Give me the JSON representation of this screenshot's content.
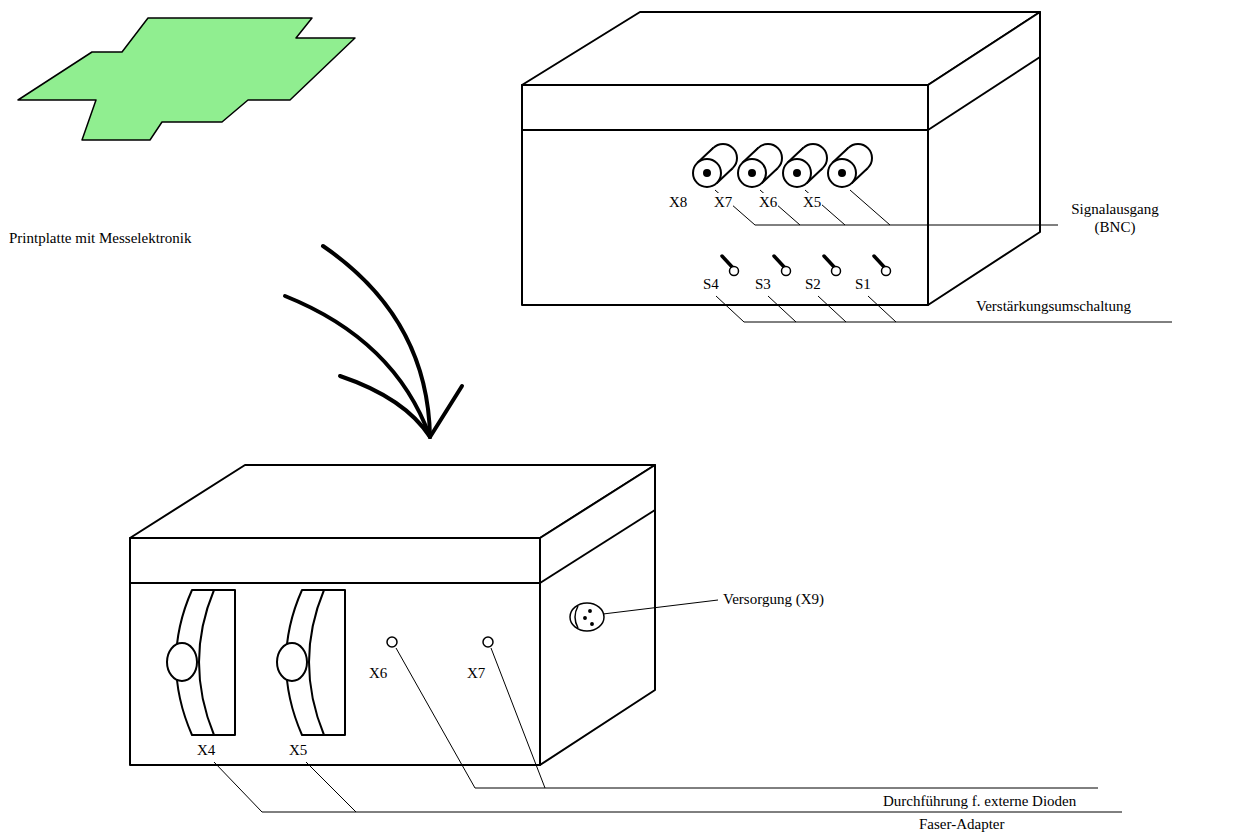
{
  "diagram": {
    "labels": [
      "Printplatte mit Messelektronik",
      "X8",
      "X7",
      "X6",
      "X5",
      "Signalausgang (BNC)",
      "S4",
      "S3",
      "S2",
      "S1",
      "Verstärkungsumschaltung",
      "Versorgung (X9)",
      "X4",
      "X5",
      "X6",
      "X7",
      "Durchführung f. externe Dioden",
      "Faser-Adapter"
    ]
  }
}
